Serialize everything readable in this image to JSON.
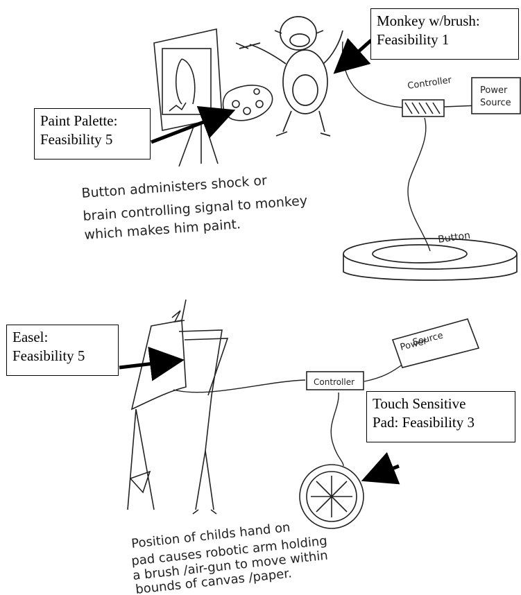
{
  "callouts": {
    "monkey": {
      "line1": "Monkey w/brush:",
      "line2": "Feasibility 1"
    },
    "palette": {
      "line1": "Paint Palette:",
      "line2": "Feasibility 5"
    },
    "easel": {
      "line1": "Easel:",
      "line2": "Feasibility 5"
    },
    "pad": {
      "line1": "Touch Sensitive",
      "line2": "Pad: Feasibility 3"
    }
  },
  "sketch1": {
    "controller": "Controller",
    "power": [
      "Power",
      "Source"
    ],
    "button": "Button",
    "caption": [
      "Button administers shock or",
      "brain controlling signal to monkey",
      "which makes him paint."
    ]
  },
  "sketch2": {
    "controller": "Controller",
    "power": [
      "Power",
      "Source"
    ],
    "caption": [
      "Position of childs hand on",
      "pad causes robotic arm holding",
      "a brush /air-gun to move within",
      "bounds of canvas /paper."
    ]
  },
  "colors": {
    "ink": "#222222",
    "box_border": "#000000"
  }
}
